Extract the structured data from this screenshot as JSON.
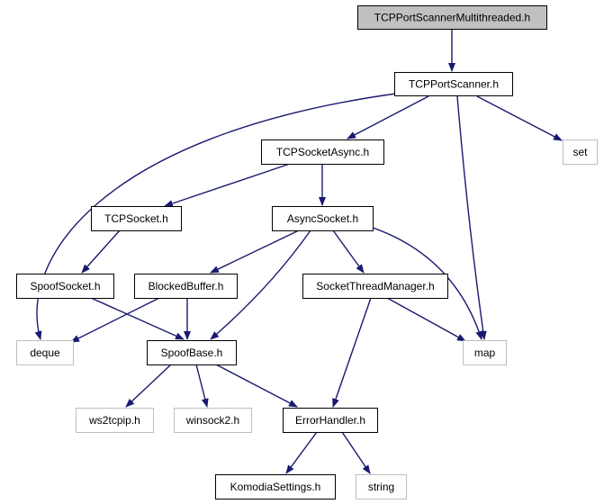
{
  "diagram": {
    "colors": {
      "edge": "#191970",
      "root_fill": "#c0c0c0",
      "system_border": "#bfbfbf"
    },
    "nodes": [
      {
        "id": "tcp_port_scanner_mt",
        "label": "TCPPortScannerMultithreaded.h",
        "kind": "root"
      },
      {
        "id": "tcp_port_scanner",
        "label": "TCPPortScanner.h",
        "kind": "normal"
      },
      {
        "id": "tcp_socket_async",
        "label": "TCPSocketAsync.h",
        "kind": "normal"
      },
      {
        "id": "set",
        "label": "set",
        "kind": "system"
      },
      {
        "id": "tcp_socket",
        "label": "TCPSocket.h",
        "kind": "normal"
      },
      {
        "id": "async_socket",
        "label": "AsyncSocket.h",
        "kind": "normal"
      },
      {
        "id": "spoof_socket",
        "label": "SpoofSocket.h",
        "kind": "normal"
      },
      {
        "id": "blocked_buffer",
        "label": "BlockedBuffer.h",
        "kind": "normal"
      },
      {
        "id": "socket_thread_manager",
        "label": "SocketThreadManager.h",
        "kind": "normal"
      },
      {
        "id": "deque",
        "label": "deque",
        "kind": "system"
      },
      {
        "id": "spoof_base",
        "label": "SpoofBase.h",
        "kind": "normal"
      },
      {
        "id": "map",
        "label": "map",
        "kind": "system"
      },
      {
        "id": "ws2tcpip",
        "label": "ws2tcpip.h",
        "kind": "system"
      },
      {
        "id": "winsock2",
        "label": "winsock2.h",
        "kind": "system"
      },
      {
        "id": "error_handler",
        "label": "ErrorHandler.h",
        "kind": "normal"
      },
      {
        "id": "komodia_settings",
        "label": "KomodiaSettings.h",
        "kind": "normal"
      },
      {
        "id": "string",
        "label": "string",
        "kind": "system"
      }
    ],
    "edges": [
      {
        "from": "tcp_port_scanner_mt",
        "to": "tcp_port_scanner"
      },
      {
        "from": "tcp_port_scanner",
        "to": "tcp_socket_async"
      },
      {
        "from": "tcp_port_scanner",
        "to": "set"
      },
      {
        "from": "tcp_port_scanner",
        "to": "map"
      },
      {
        "from": "tcp_port_scanner",
        "to": "deque"
      },
      {
        "from": "tcp_socket_async",
        "to": "tcp_socket"
      },
      {
        "from": "tcp_socket_async",
        "to": "async_socket"
      },
      {
        "from": "tcp_socket",
        "to": "spoof_socket"
      },
      {
        "from": "async_socket",
        "to": "blocked_buffer"
      },
      {
        "from": "async_socket",
        "to": "socket_thread_manager"
      },
      {
        "from": "async_socket",
        "to": "spoof_base"
      },
      {
        "from": "async_socket",
        "to": "map"
      },
      {
        "from": "spoof_socket",
        "to": "spoof_base"
      },
      {
        "from": "blocked_buffer",
        "to": "deque"
      },
      {
        "from": "blocked_buffer",
        "to": "spoof_base"
      },
      {
        "from": "socket_thread_manager",
        "to": "map"
      },
      {
        "from": "socket_thread_manager",
        "to": "error_handler"
      },
      {
        "from": "spoof_base",
        "to": "ws2tcpip"
      },
      {
        "from": "spoof_base",
        "to": "winsock2"
      },
      {
        "from": "spoof_base",
        "to": "error_handler"
      },
      {
        "from": "error_handler",
        "to": "komodia_settings"
      },
      {
        "from": "error_handler",
        "to": "string"
      }
    ]
  }
}
